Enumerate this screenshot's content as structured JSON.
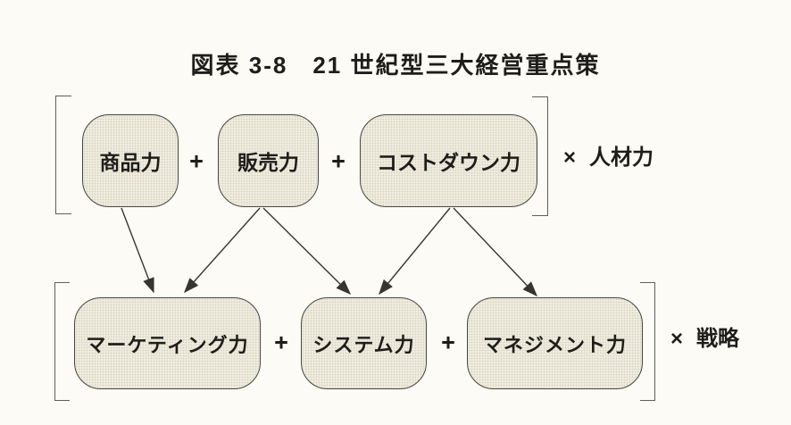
{
  "figure": {
    "title": "図表 3-8　21 世紀型三大経営重点策"
  },
  "top_row": {
    "boxes": [
      {
        "id": "product-power",
        "label": "商品力"
      },
      {
        "id": "sales-power",
        "label": "販売力"
      },
      {
        "id": "costdown-power",
        "label": "コストダウン力"
      }
    ],
    "operator": "+",
    "multiplier_symbol": "×",
    "multiplier_label": "人材力"
  },
  "bottom_row": {
    "boxes": [
      {
        "id": "marketing-power",
        "label": "マーケティング力"
      },
      {
        "id": "system-power",
        "label": "システム力"
      },
      {
        "id": "management-power",
        "label": "マネジメント力"
      }
    ],
    "operator": "+",
    "multiplier_symbol": "×",
    "multiplier_label": "戦略"
  },
  "arrows": [
    {
      "from": "商品力",
      "to": "マーケティング力"
    },
    {
      "from": "販売力",
      "to": "マーケティング力"
    },
    {
      "from": "販売力",
      "to": "システム力"
    },
    {
      "from": "コストダウン力",
      "to": "システム力"
    },
    {
      "from": "コストダウン力",
      "to": "マネジメント力"
    }
  ],
  "colors": {
    "background": "#fcfbf6",
    "box_fill": "#efecdf",
    "box_border": "#47453f",
    "text": "#1e1d1a",
    "bracket": "#605f57",
    "arrow": "#37352f"
  }
}
